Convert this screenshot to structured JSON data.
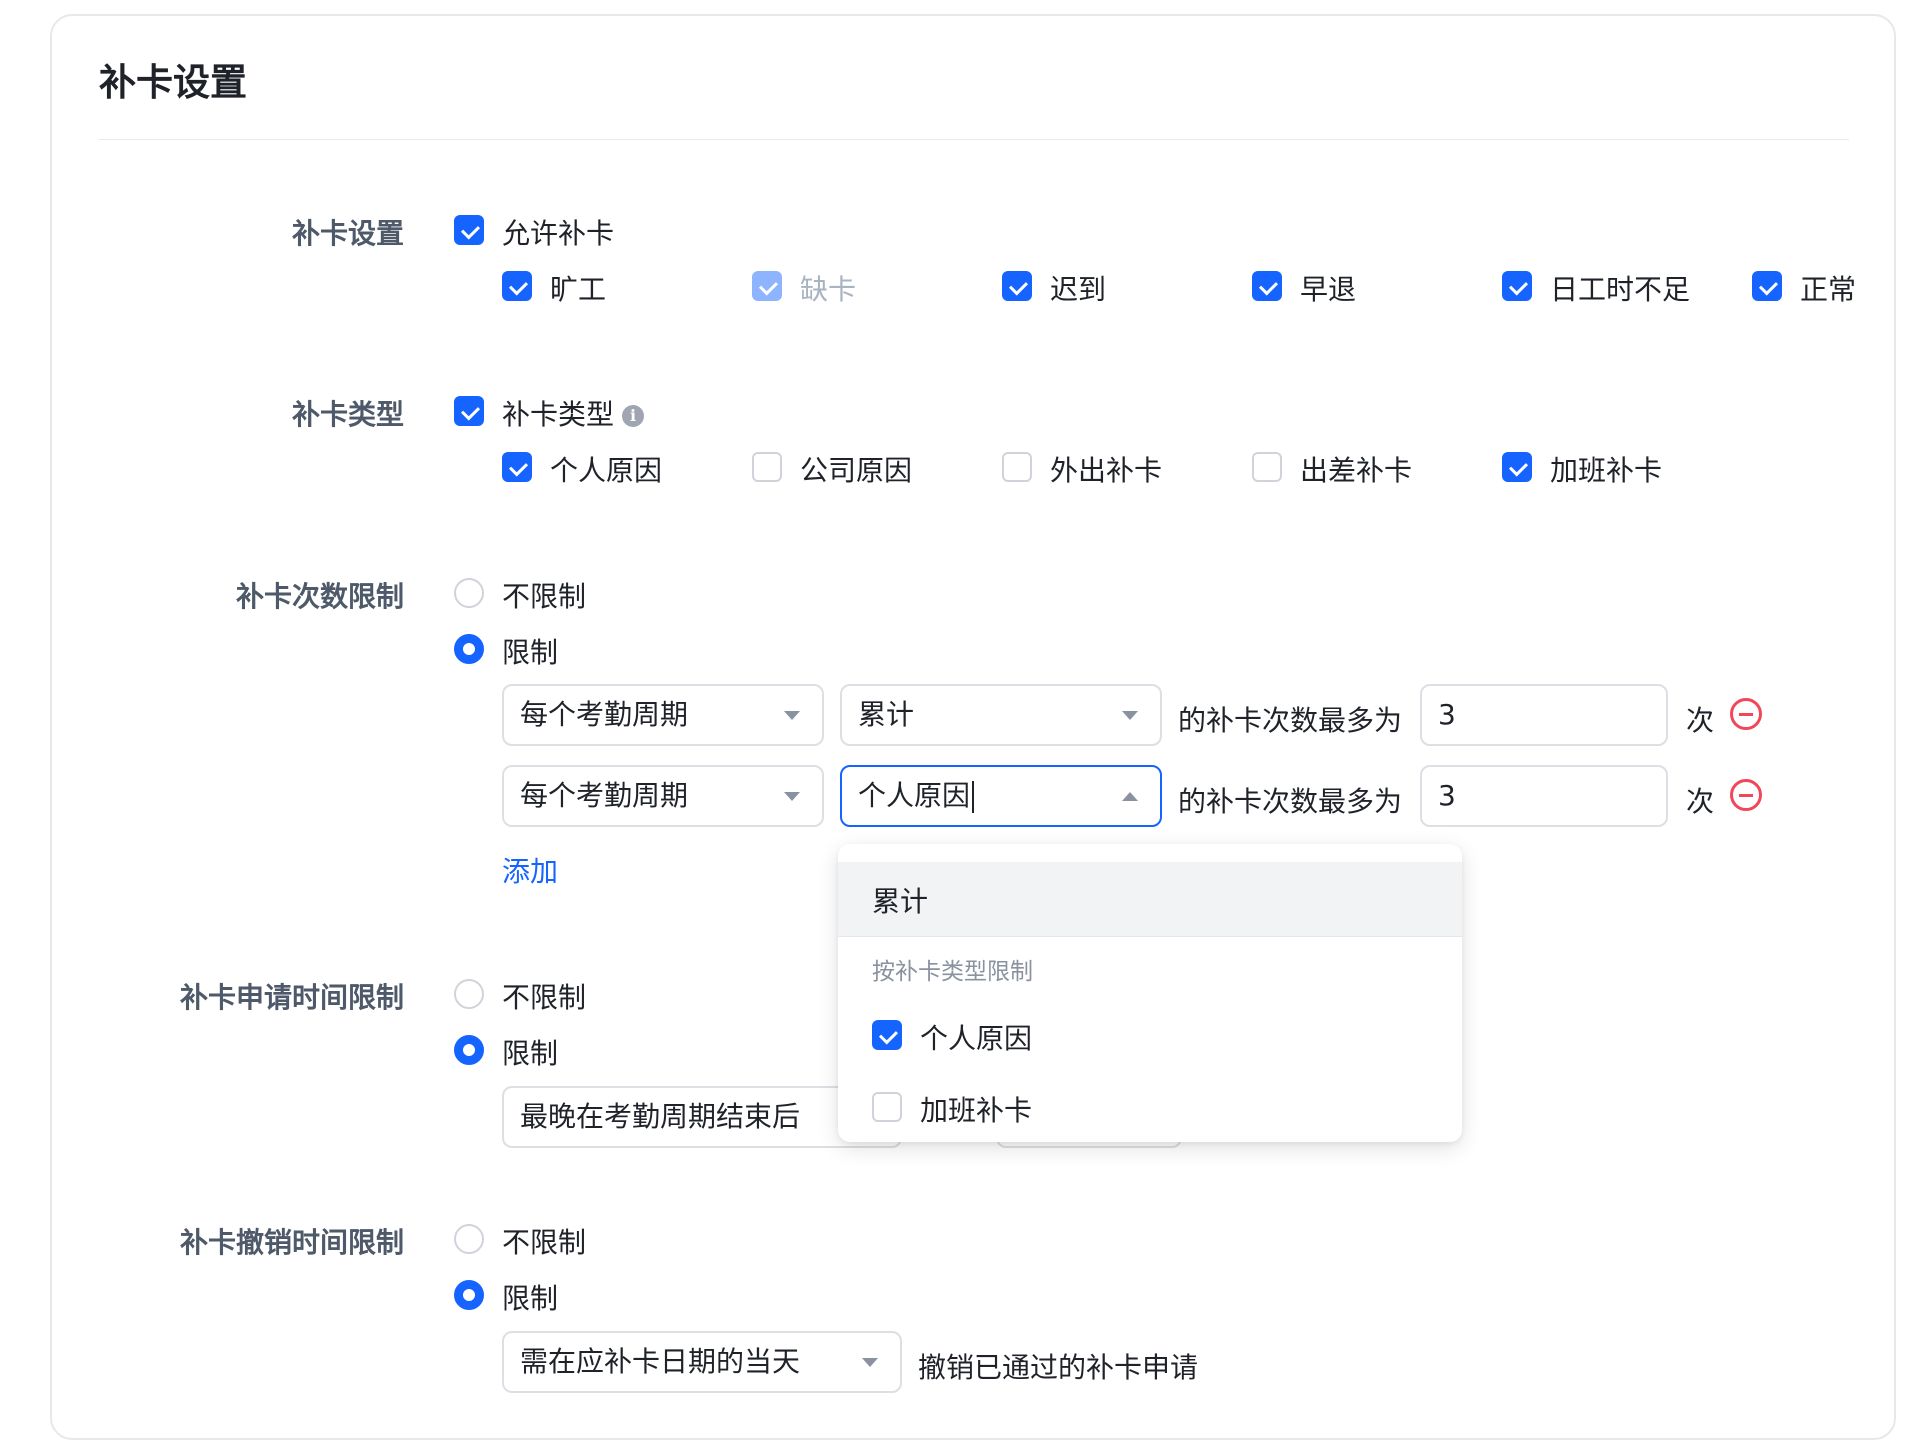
{
  "page": {
    "title": "补卡设置"
  },
  "makeup_setting": {
    "label": "补卡设置",
    "allow_label": "允许补卡",
    "allow_checked": true,
    "options": [
      {
        "label": "旷工",
        "checked": true,
        "disabled": false
      },
      {
        "label": "缺卡",
        "checked": true,
        "disabled": true
      },
      {
        "label": "迟到",
        "checked": true,
        "disabled": false
      },
      {
        "label": "早退",
        "checked": true,
        "disabled": false
      },
      {
        "label": "日工时不足",
        "checked": true,
        "disabled": false
      },
      {
        "label": "正常",
        "checked": true,
        "disabled": false
      }
    ]
  },
  "makeup_type": {
    "label": "补卡类型",
    "main_label": "补卡类型",
    "main_checked": true,
    "info_icon": "info-icon",
    "options": [
      {
        "label": "个人原因",
        "checked": true
      },
      {
        "label": "公司原因",
        "checked": false
      },
      {
        "label": "外出补卡",
        "checked": false
      },
      {
        "label": "出差补卡",
        "checked": false
      },
      {
        "label": "加班补卡",
        "checked": true
      }
    ]
  },
  "count_limit": {
    "label": "补卡次数限制",
    "radio_unlimited": "不限制",
    "radio_limited": "限制",
    "selected": "限制",
    "rules": [
      {
        "period": "每个考勤周期",
        "type": "累计",
        "text": "的补卡次数最多为",
        "value": "3",
        "unit": "次"
      },
      {
        "period": "每个考勤周期",
        "type": "个人原因",
        "text": "的补卡次数最多为",
        "value": "3",
        "unit": "次"
      }
    ],
    "add_label": "添加"
  },
  "dropdown": {
    "active_item": "累计",
    "group_title": "按补卡类型限制",
    "items": [
      {
        "label": "个人原因",
        "checked": true
      },
      {
        "label": "加班补卡",
        "checked": false
      }
    ]
  },
  "apply_time_limit": {
    "label": "补卡申请时间限制",
    "radio_unlimited": "不限制",
    "radio_limited": "限制",
    "selected": "限制",
    "select_value": "最晚在考勤周期结束后"
  },
  "revoke_time_limit": {
    "label": "补卡撤销时间限制",
    "radio_unlimited": "不限制",
    "radio_limited": "限制",
    "selected": "限制",
    "select_value": "需在应补卡日期的当天",
    "suffix": "撤销已通过的补卡申请"
  },
  "colors": {
    "accent": "#1664ff",
    "danger": "#f2475b",
    "label_gray": "#4e5969"
  }
}
